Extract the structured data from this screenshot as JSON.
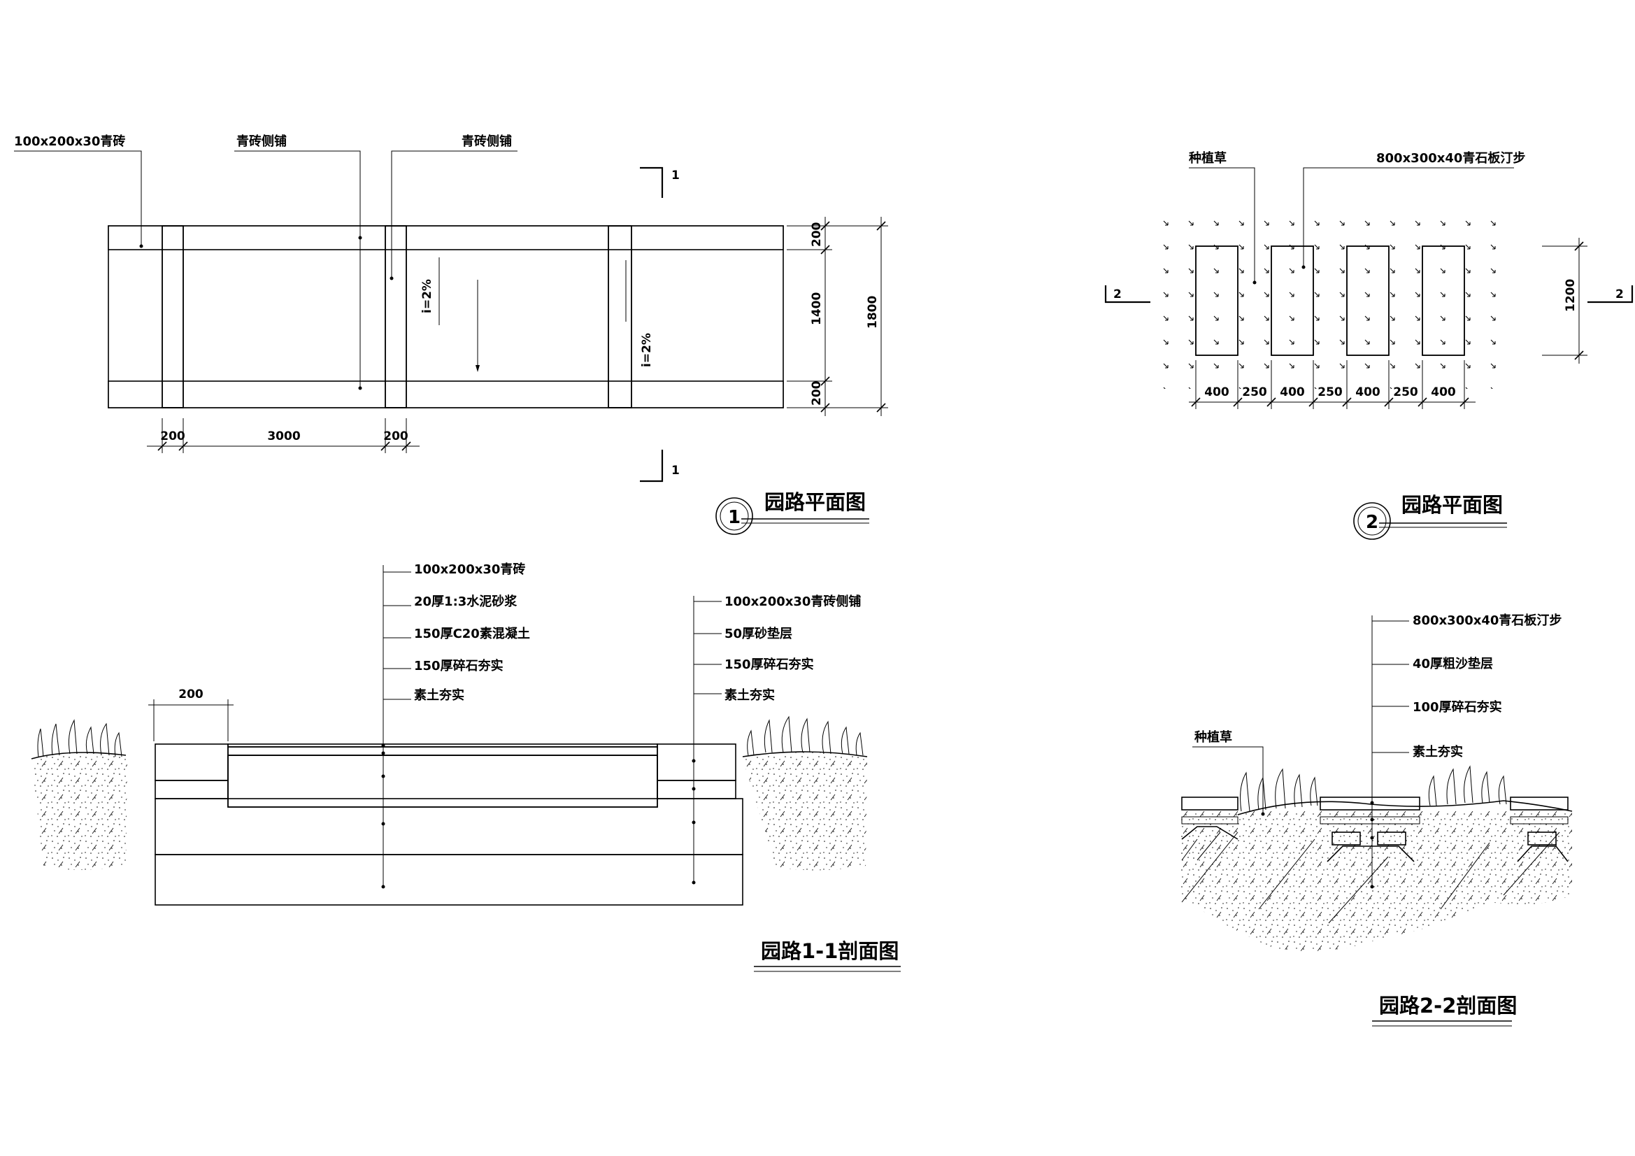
{
  "plan1": {
    "callouts": [
      "100x200x30青砖",
      "青砖侧铺",
      "青砖侧铺"
    ],
    "dims_horizontal": [
      "200",
      "3000",
      "200"
    ],
    "dims_vertical": [
      "200",
      "1400",
      "200",
      "1800"
    ],
    "slopes": [
      "i=2%",
      "i=2%"
    ],
    "section_marks": [
      "1",
      "1"
    ],
    "title": "园路平面图",
    "number": "1"
  },
  "plan2": {
    "callouts": [
      "种植草",
      "800x300x40青石板汀步"
    ],
    "dims_horizontal": [
      "400",
      "250",
      "400",
      "250",
      "400",
      "250",
      "400"
    ],
    "dims_vertical": [
      "1200"
    ],
    "section_marks": [
      "2",
      "2"
    ],
    "title": "园路平面图",
    "number": "2"
  },
  "section1": {
    "left_layers": [
      "100x200x30青砖",
      "20厚1:3水泥砂浆",
      "150厚C20素混凝土",
      "150厚碎石夯实",
      "素土夯实"
    ],
    "right_layers": [
      "100x200x30青砖侧铺",
      "50厚砂垫层",
      "150厚碎石夯实",
      "素土夯实"
    ],
    "dim": "200",
    "title": "园路1-1剖面图"
  },
  "section2": {
    "layers": [
      "800x300x40青石板汀步",
      "40厚粗沙垫层",
      "100厚碎石夯实",
      "素土夯实"
    ],
    "grass_label": "种植草",
    "title": "园路2-2剖面图"
  }
}
